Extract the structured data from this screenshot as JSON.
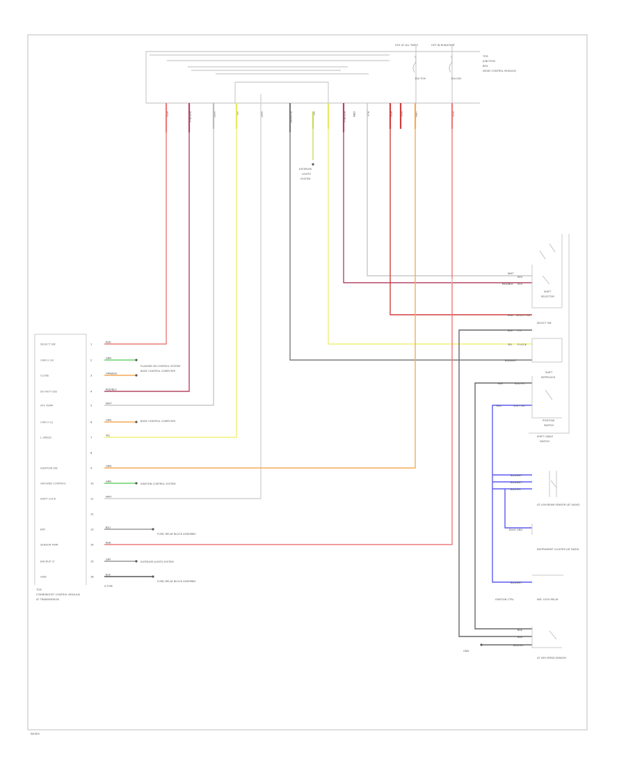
{
  "diagram": {
    "figure_id": "W1003",
    "tcm": {
      "label_lines": [
        "TCM",
        "(TURBOBOOST CONTROL MODULE)",
        "AT TRANSMISSION"
      ],
      "pins": [
        {
          "name": "SELECT SW",
          "pin": "1",
          "wire_code": "RED"
        },
        {
          "name": "CAN H (H)",
          "pin": "2",
          "wire_code": "GRN"
        },
        {
          "name": "CLOSE",
          "pin": "3",
          "wire_code": "ORN/BLK"
        },
        {
          "name": "DO NOT USE",
          "pin": "4",
          "wire_code": "RED/BLU"
        },
        {
          "name": "ATF TEMP",
          "pin": "5",
          "wire_code": "WHT"
        },
        {
          "name": "CAN H (L)",
          "pin": "6",
          "wire_code": "ORN"
        },
        {
          "name": "L SPEED",
          "pin": "7",
          "wire_code": "YEL"
        },
        {
          "name": "",
          "pin": "8",
          "wire_code": ""
        },
        {
          "name": "IGNITION SW",
          "pin": "9",
          "wire_code": "ORN"
        },
        {
          "name": "GROUND CONTROL",
          "pin": "10",
          "wire_code": "GRN"
        },
        {
          "name": "SHIFT LOCK",
          "pin": "11",
          "wire_code": "WHT"
        },
        {
          "name": "",
          "pin": "12",
          "wire_code": ""
        },
        {
          "name": "BAT",
          "pin": "13",
          "wire_code": "BLU"
        },
        {
          "name": "SENSOR PWR",
          "pin": "14",
          "wire_code": "RED"
        },
        {
          "name": "BACKUP LT",
          "pin": "15",
          "wire_code": "GRY"
        },
        {
          "name": "GND",
          "pin": "16",
          "wire_code": "BLK"
        }
      ],
      "side_notes": [
        "FLASHER ON CONTROL SYSTEM",
        "BODY CONTROL COMPUTER",
        "IGNITION CONTROL SYSTEM",
        "FUSE/ RELAY BLOCK ASSEMBLY",
        "EXTERIOR LIGHTS SYSTEM",
        "FUSE/ RELAY BLOCK ASSEMBLY",
        "S-TYPE"
      ]
    },
    "top_block": {
      "header_codes": [
        "HOT AT ALL TIMES",
        "HOT IN RUN/START"
      ],
      "fuse_labels": [
        "10A TCM",
        "15A IGN"
      ],
      "label_lines": [
        "TCM",
        "JUNCTION",
        "BOX",
        "(BODY CONTROL MODULE)"
      ],
      "pin_codes": [
        "RED",
        "RED/BLK",
        "WHT",
        "YEL",
        "WHT",
        "BLK/WHT",
        "YEL",
        "RED/BLK",
        "GRN",
        "BLK",
        "RED",
        "RED",
        "ORN",
        "RED"
      ],
      "ground_label": [
        "EXTERIOR",
        "LIGHTS",
        "SYSTEM"
      ]
    },
    "switch_block": {
      "label_lines": [
        "SHIFT CABLE",
        "SWITCH"
      ],
      "inner_labels": [
        "SHIFT",
        "SELECTOR",
        "SELECT SW",
        "SHIFT",
        "INTERLOCK",
        "POSITION",
        "SWITCH"
      ],
      "wire_codes": [
        "WHT",
        "RED/BLK",
        "RED",
        "BLK",
        "YEL",
        "BLK/WHT",
        "BLK",
        "BLU"
      ],
      "wire_notes": [
        "REV",
        "REV",
        "SELECT SW",
        "P-R",
        "P-LOCK",
        "BLK/YEL",
        "SHIFT INT"
      ]
    },
    "lower_right": {
      "blue_codes": [
        "BLU/WHT",
        "BLU/WHT",
        "BLU/YEL",
        "BLU/WHT"
      ],
      "notes": [
        "AT LOW BEAM SENSOR (AT VALVE)",
        "BACK GND",
        "INSTRUMENT CLUSTER (AT DASH)",
        "IGNITION CTRL",
        "IND. LOCK RELAY",
        "GND",
        "AT VEH SPEED SENSOR"
      ],
      "bottom_codes": [
        "BLK",
        "BLK",
        "BLK/YEL"
      ]
    },
    "colors": {
      "red": "#ee7878",
      "dark_red": "#d23c3c",
      "maroon": "#b44664",
      "yellow": "#f0f078",
      "orange": "#f5aa55",
      "green": "#6ad26a",
      "blue": "#5a5af0",
      "black": "#666666",
      "gray": "#c8c8c8"
    }
  }
}
